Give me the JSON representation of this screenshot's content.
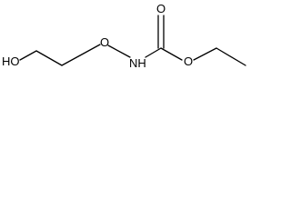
{
  "molecule": {
    "atoms": {
      "ho": "HO",
      "o_ether": "O",
      "nh": "NH",
      "o_carbonyl": "O",
      "o_ester": "O"
    }
  }
}
